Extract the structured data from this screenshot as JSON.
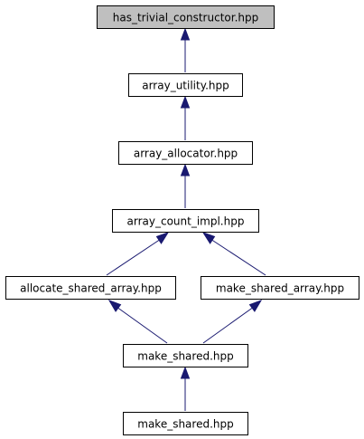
{
  "nodes": {
    "has_trivial_constructor": {
      "label": "has_trivial_constructor.hpp"
    },
    "array_utility": {
      "label": "array_utility.hpp"
    },
    "array_allocator": {
      "label": "array_allocator.hpp"
    },
    "array_count_impl": {
      "label": "array_count_impl.hpp"
    },
    "allocate_shared_array": {
      "label": "allocate_shared_array.hpp"
    },
    "make_shared_array": {
      "label": "make_shared_array.hpp"
    },
    "make_shared_1": {
      "label": "make_shared.hpp"
    },
    "make_shared_2": {
      "label": "make_shared.hpp"
    }
  },
  "edges": [
    {
      "from": "array_utility",
      "to": "has_trivial_constructor"
    },
    {
      "from": "array_allocator",
      "to": "array_utility"
    },
    {
      "from": "array_count_impl",
      "to": "array_allocator"
    },
    {
      "from": "allocate_shared_array",
      "to": "array_count_impl"
    },
    {
      "from": "make_shared_array",
      "to": "array_count_impl"
    },
    {
      "from": "make_shared_1",
      "to": "allocate_shared_array"
    },
    {
      "from": "make_shared_1",
      "to": "make_shared_array"
    },
    {
      "from": "make_shared_2",
      "to": "make_shared_1"
    }
  ],
  "colors": {
    "root_fill": "#bfbfbf",
    "node_fill": "#ffffff",
    "node_border": "#000000",
    "edge": "#191970"
  }
}
